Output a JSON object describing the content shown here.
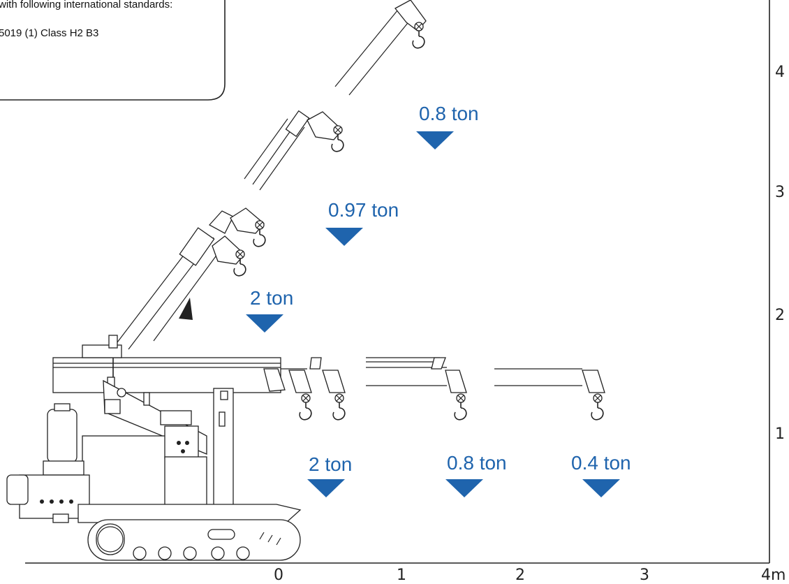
{
  "standards_box": {
    "line1": "with following international standards:",
    "line2": "5019 (1) Class H2 B3"
  },
  "x_axis": {
    "ticks": [
      "0",
      "1",
      "2",
      "3",
      "4m"
    ]
  },
  "y_axis": {
    "ticks": [
      "4",
      "3",
      "2",
      "1"
    ]
  },
  "capacities": [
    {
      "label": "0.8 ton"
    },
    {
      "label": "0.97 ton"
    },
    {
      "label": "2 ton"
    },
    {
      "label": "2 ton"
    },
    {
      "label": "0.8 ton"
    },
    {
      "label": "0.4 ton"
    }
  ],
  "colors": {
    "accent": "#1f64ad",
    "line": "#222222",
    "background": "#ffffff"
  },
  "icons": [
    "crane-hook-icon",
    "load-marker-triangle"
  ]
}
